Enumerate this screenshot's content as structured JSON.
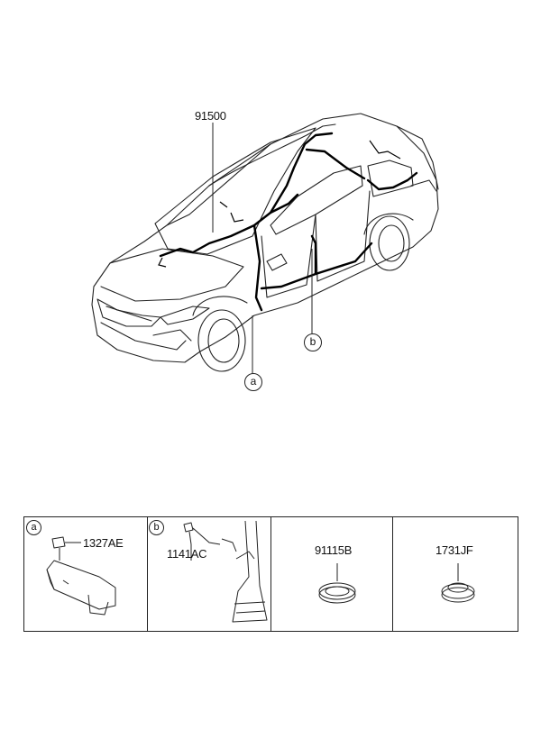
{
  "main_part": {
    "number": "91500"
  },
  "callouts": {
    "a": "a",
    "b": "b"
  },
  "parts_table": {
    "cells": [
      {
        "callout": "a",
        "parts": [
          "1327AE"
        ]
      },
      {
        "callout": "b",
        "parts": [
          "1141AC"
        ]
      },
      {
        "callout": "",
        "parts": [
          "91115B"
        ]
      },
      {
        "callout": "",
        "parts": [
          "1731JF"
        ]
      }
    ]
  }
}
